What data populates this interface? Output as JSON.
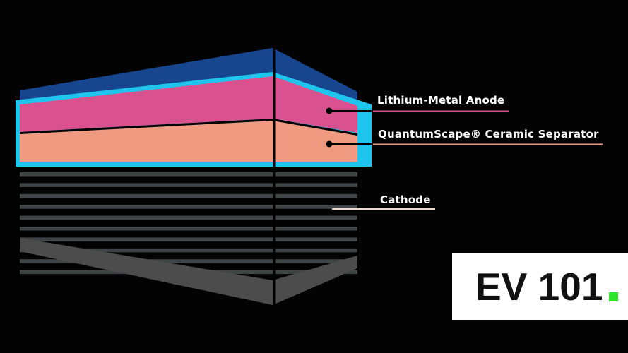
{
  "diagram": {
    "layers": [
      {
        "name": "Lithium-Metal Anode",
        "color": "#d9528f"
      },
      {
        "name": "QuantumScape® Ceramic Separator",
        "color": "#f09a82"
      },
      {
        "name": "Cathode",
        "color": "#3f4546"
      }
    ],
    "labels": {
      "anode": "Lithium-Metal Anode",
      "separator": "QuantumScape® Ceramic Separator",
      "cathode": "Cathode"
    },
    "colors": {
      "top_cap": "#17468f",
      "highlight_frame": "#1ec5ec",
      "anode": "#d9528f",
      "separator": "#f09a82",
      "cathode_stripe": "#3f4546",
      "base": "#4c4c4c",
      "cathode_leader": "#f3ddd2"
    }
  },
  "badge": {
    "text": "EV 101",
    "dot_color": "#2ee52e"
  }
}
